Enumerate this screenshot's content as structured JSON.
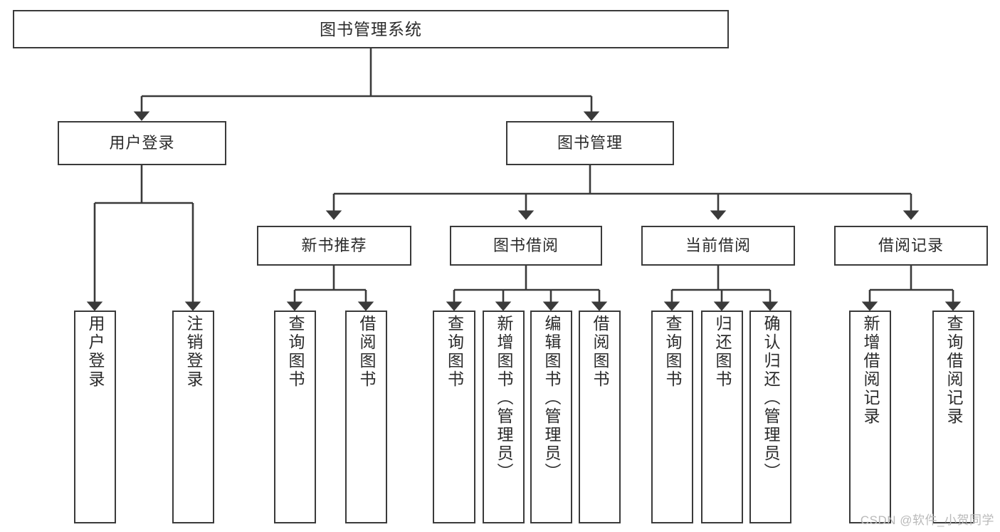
{
  "diagram": {
    "type": "tree",
    "title": "图书管理系统",
    "colors": {
      "stroke": "#3a3a3a",
      "text": "#2b2b2b",
      "background": "#ffffff",
      "watermark": "#b9b9b9"
    },
    "root": {
      "label": "图书管理系统"
    },
    "level2": [
      {
        "label": "用户登录"
      },
      {
        "label": "图书管理"
      }
    ],
    "level3": [
      {
        "label": "新书推荐"
      },
      {
        "label": "图书借阅"
      },
      {
        "label": "当前借阅"
      },
      {
        "label": "借阅记录"
      }
    ],
    "leaves": {
      "user_login": [
        {
          "label": "用户登录"
        },
        {
          "label": "注销登录"
        }
      ],
      "new_book_recommend": [
        {
          "label": "查询图书"
        },
        {
          "label": "借阅图书"
        }
      ],
      "book_borrow": [
        {
          "label": "查询图书"
        },
        {
          "label": "新增图书（管理员）"
        },
        {
          "label": "编辑图书（管理员）"
        },
        {
          "label": "借阅图书"
        }
      ],
      "current_borrow": [
        {
          "label": "查询图书"
        },
        {
          "label": "归还图书"
        },
        {
          "label": "确认归还（管理员）"
        }
      ],
      "borrow_record": [
        {
          "label": "新增借阅记录"
        },
        {
          "label": "查询借阅记录"
        }
      ]
    }
  },
  "watermark": {
    "text": "CSDN @软件_小贺同学"
  }
}
